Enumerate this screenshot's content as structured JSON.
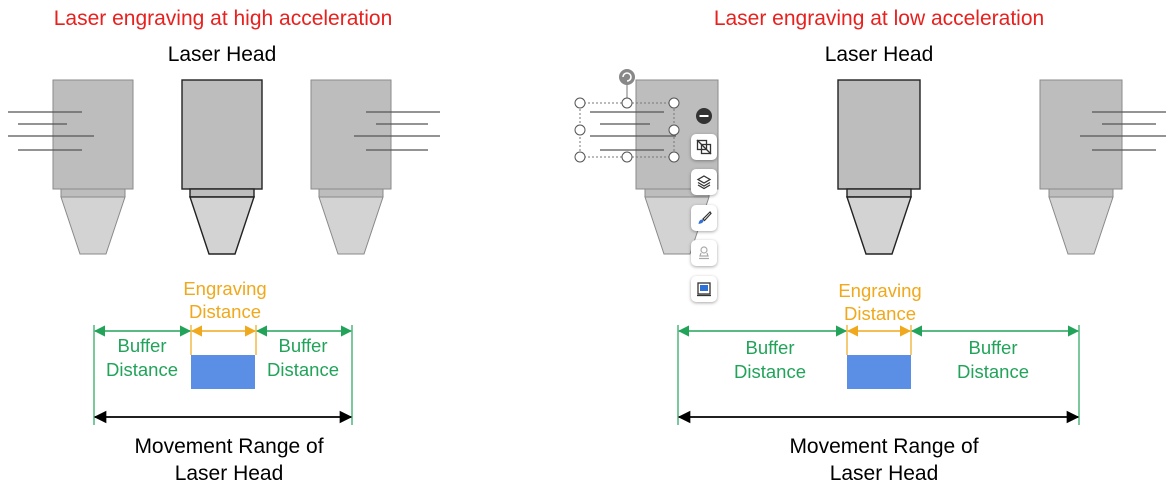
{
  "colors": {
    "title": "#e8201e",
    "accent_orange": "#f0a81c",
    "buffer_green": "#22a35a",
    "engrave_blue": "#5b8fe6",
    "head_gray": "#bdbdbd",
    "head_edge": "#8a8a8a",
    "selection_blue": "#1f6fd1"
  },
  "panels": [
    {
      "title": "Laser engraving at high acceleration",
      "head_label": "Laser Head",
      "engraving_label": [
        "Engraving",
        "Distance"
      ],
      "buffer_left_label": [
        "Buffer",
        "Distance"
      ],
      "buffer_right_label": [
        "Buffer",
        "Distance"
      ],
      "range_label": [
        "Movement Range of",
        "Laser Head"
      ]
    },
    {
      "title": "Laser engraving at low acceleration",
      "head_label": "Laser Head",
      "engraving_label": [
        "Engraving",
        "Distance"
      ],
      "buffer_left_label": [
        "Buffer",
        "Distance"
      ],
      "buffer_right_label": [
        "Buffer",
        "Distance"
      ],
      "range_label": [
        "Movement Range of",
        "Laser Head"
      ]
    }
  ],
  "toolbar": {
    "buttons": [
      {
        "name": "remove-icon"
      },
      {
        "name": "crop-icon"
      },
      {
        "name": "layers-icon"
      },
      {
        "name": "brush-icon"
      },
      {
        "name": "stamp-icon"
      },
      {
        "name": "frame-icon"
      }
    ]
  }
}
